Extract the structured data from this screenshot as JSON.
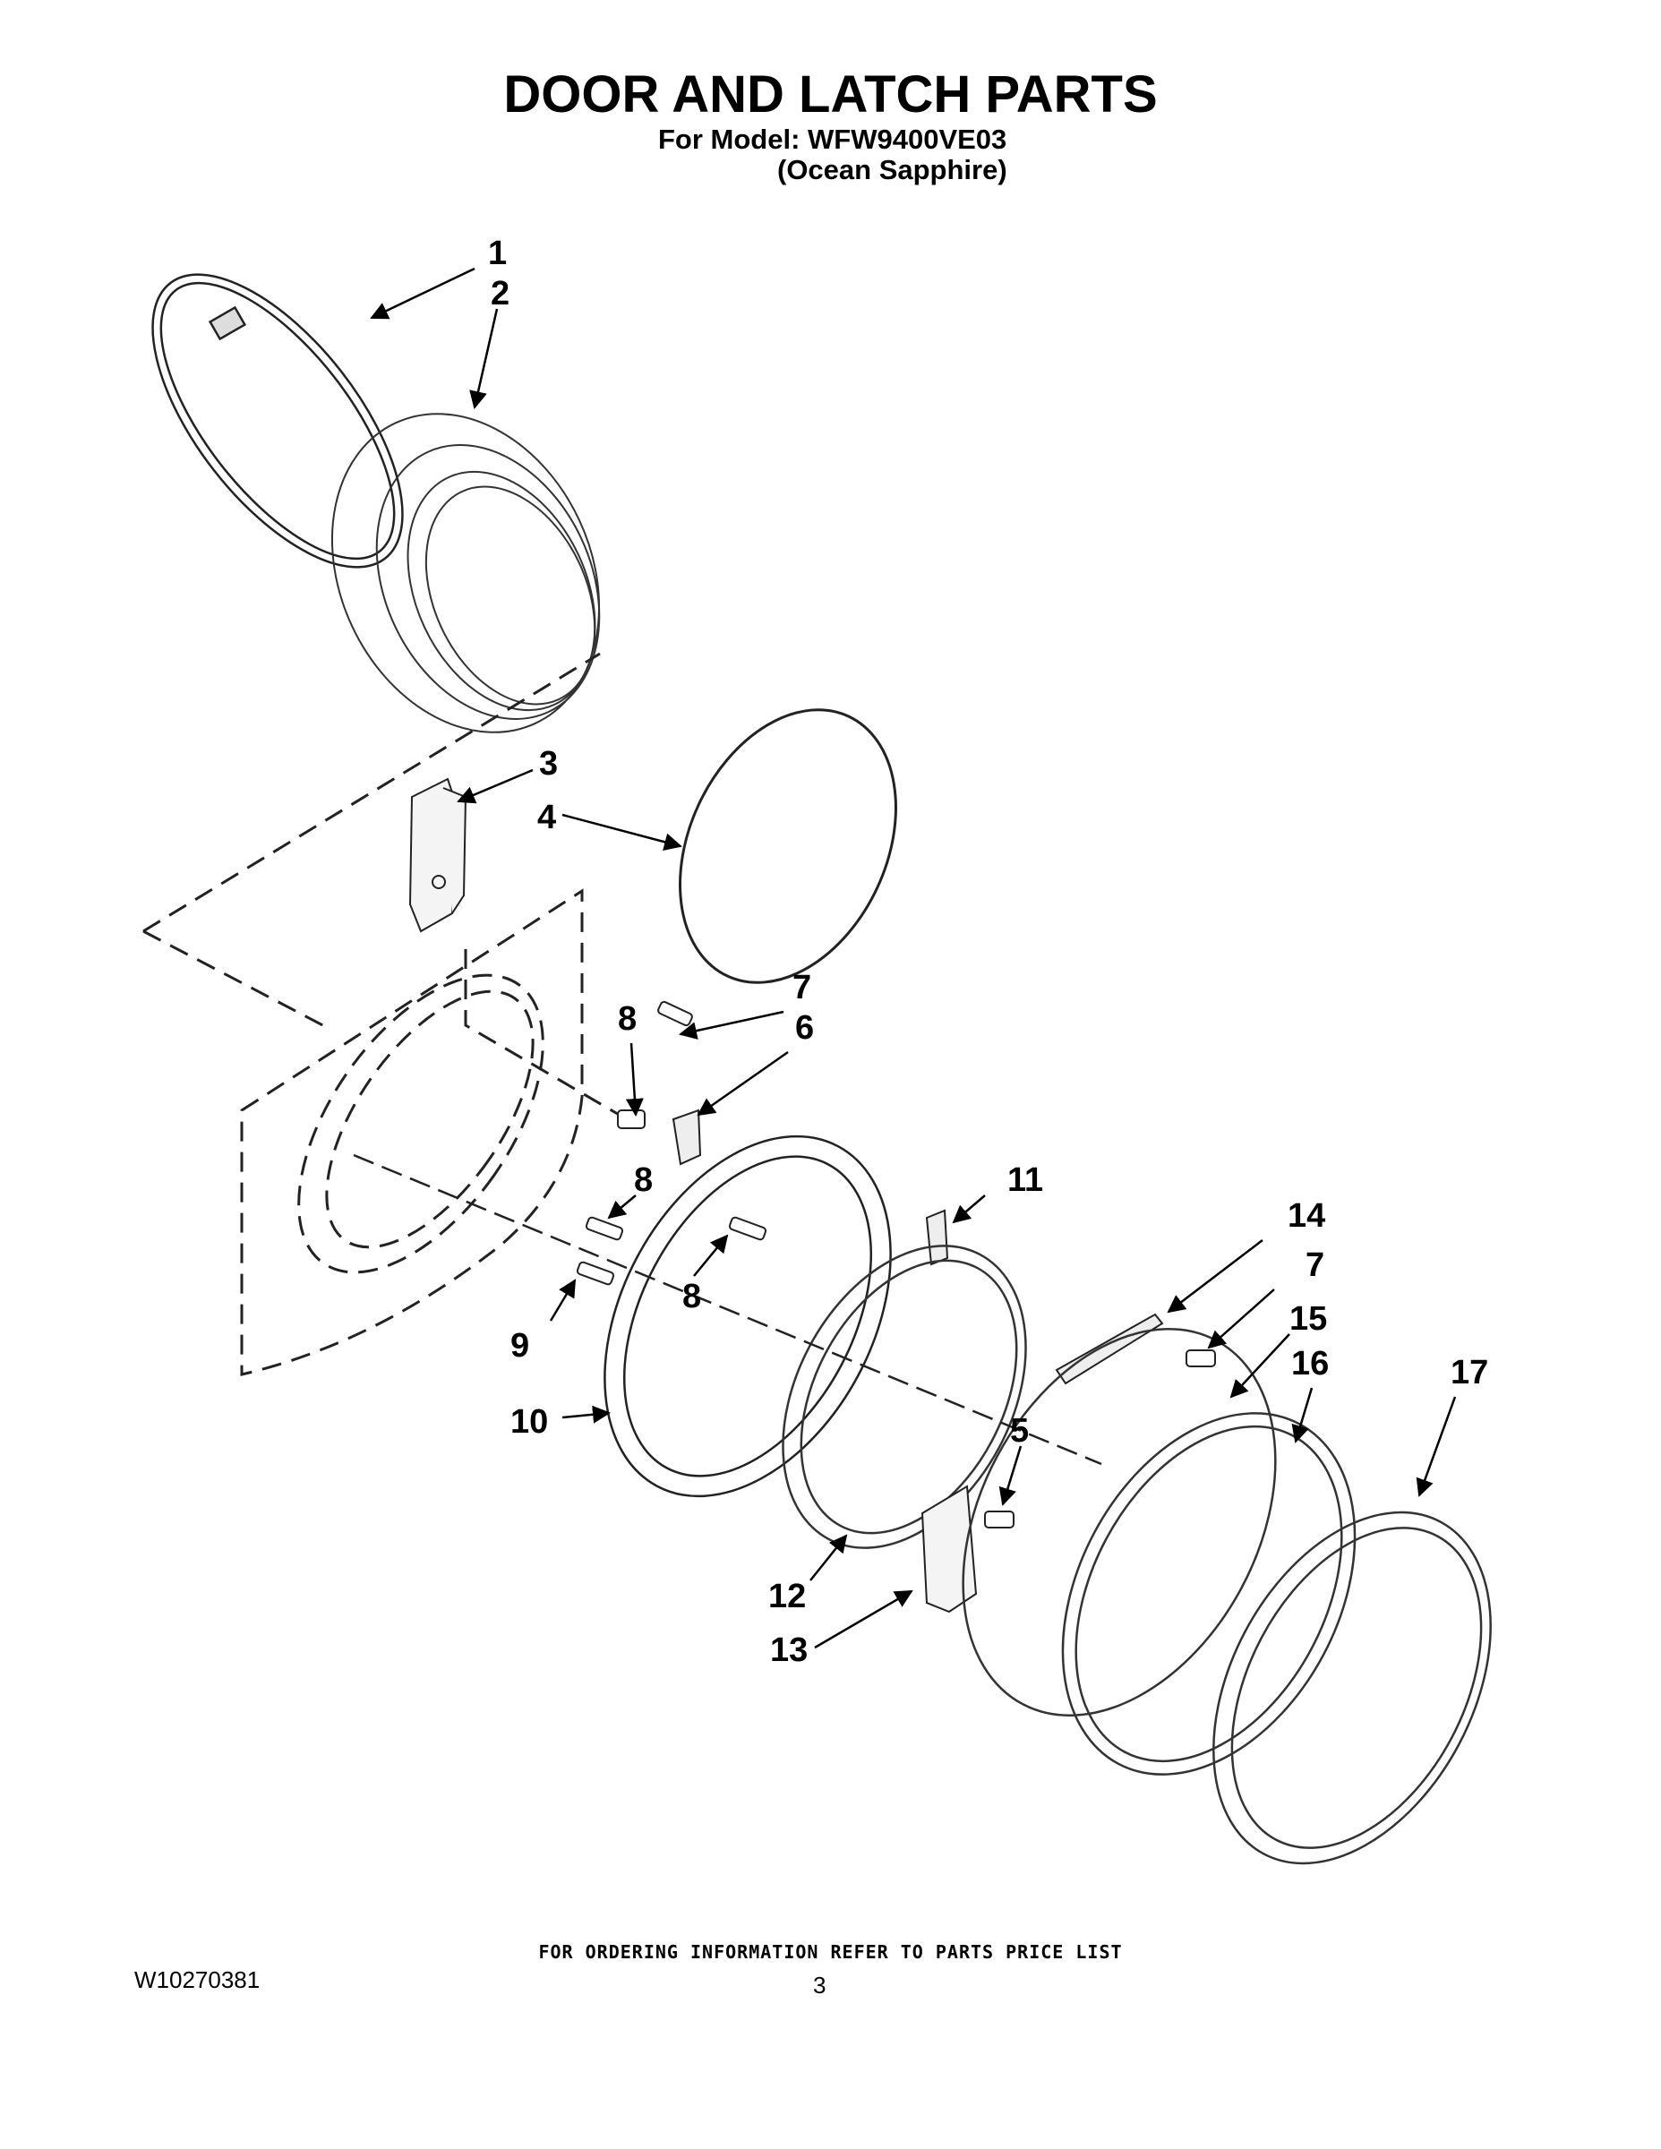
{
  "header": {
    "title": "DOOR AND LATCH PARTS",
    "model_line": "For Model: WFW9400VE03",
    "color_line": "(Ocean Sapphire)"
  },
  "callouts": [
    {
      "id": "c1",
      "label": "1"
    },
    {
      "id": "c2",
      "label": "2"
    },
    {
      "id": "c3",
      "label": "3"
    },
    {
      "id": "c4",
      "label": "4"
    },
    {
      "id": "c5",
      "label": "5"
    },
    {
      "id": "c6",
      "label": "6"
    },
    {
      "id": "c7a",
      "label": "7"
    },
    {
      "id": "c7b",
      "label": "7"
    },
    {
      "id": "c8a",
      "label": "8"
    },
    {
      "id": "c8b",
      "label": "8"
    },
    {
      "id": "c8c",
      "label": "8"
    },
    {
      "id": "c9",
      "label": "9"
    },
    {
      "id": "c10",
      "label": "10"
    },
    {
      "id": "c11",
      "label": "11"
    },
    {
      "id": "c12",
      "label": "12"
    },
    {
      "id": "c13",
      "label": "13"
    },
    {
      "id": "c14",
      "label": "14"
    },
    {
      "id": "c15",
      "label": "15"
    },
    {
      "id": "c16",
      "label": "16"
    },
    {
      "id": "c17",
      "label": "17"
    }
  ],
  "footer": {
    "ordering_note": "FOR ORDERING INFORMATION REFER TO PARTS PRICE LIST",
    "document_number": "W10270381",
    "page_number": "3"
  }
}
